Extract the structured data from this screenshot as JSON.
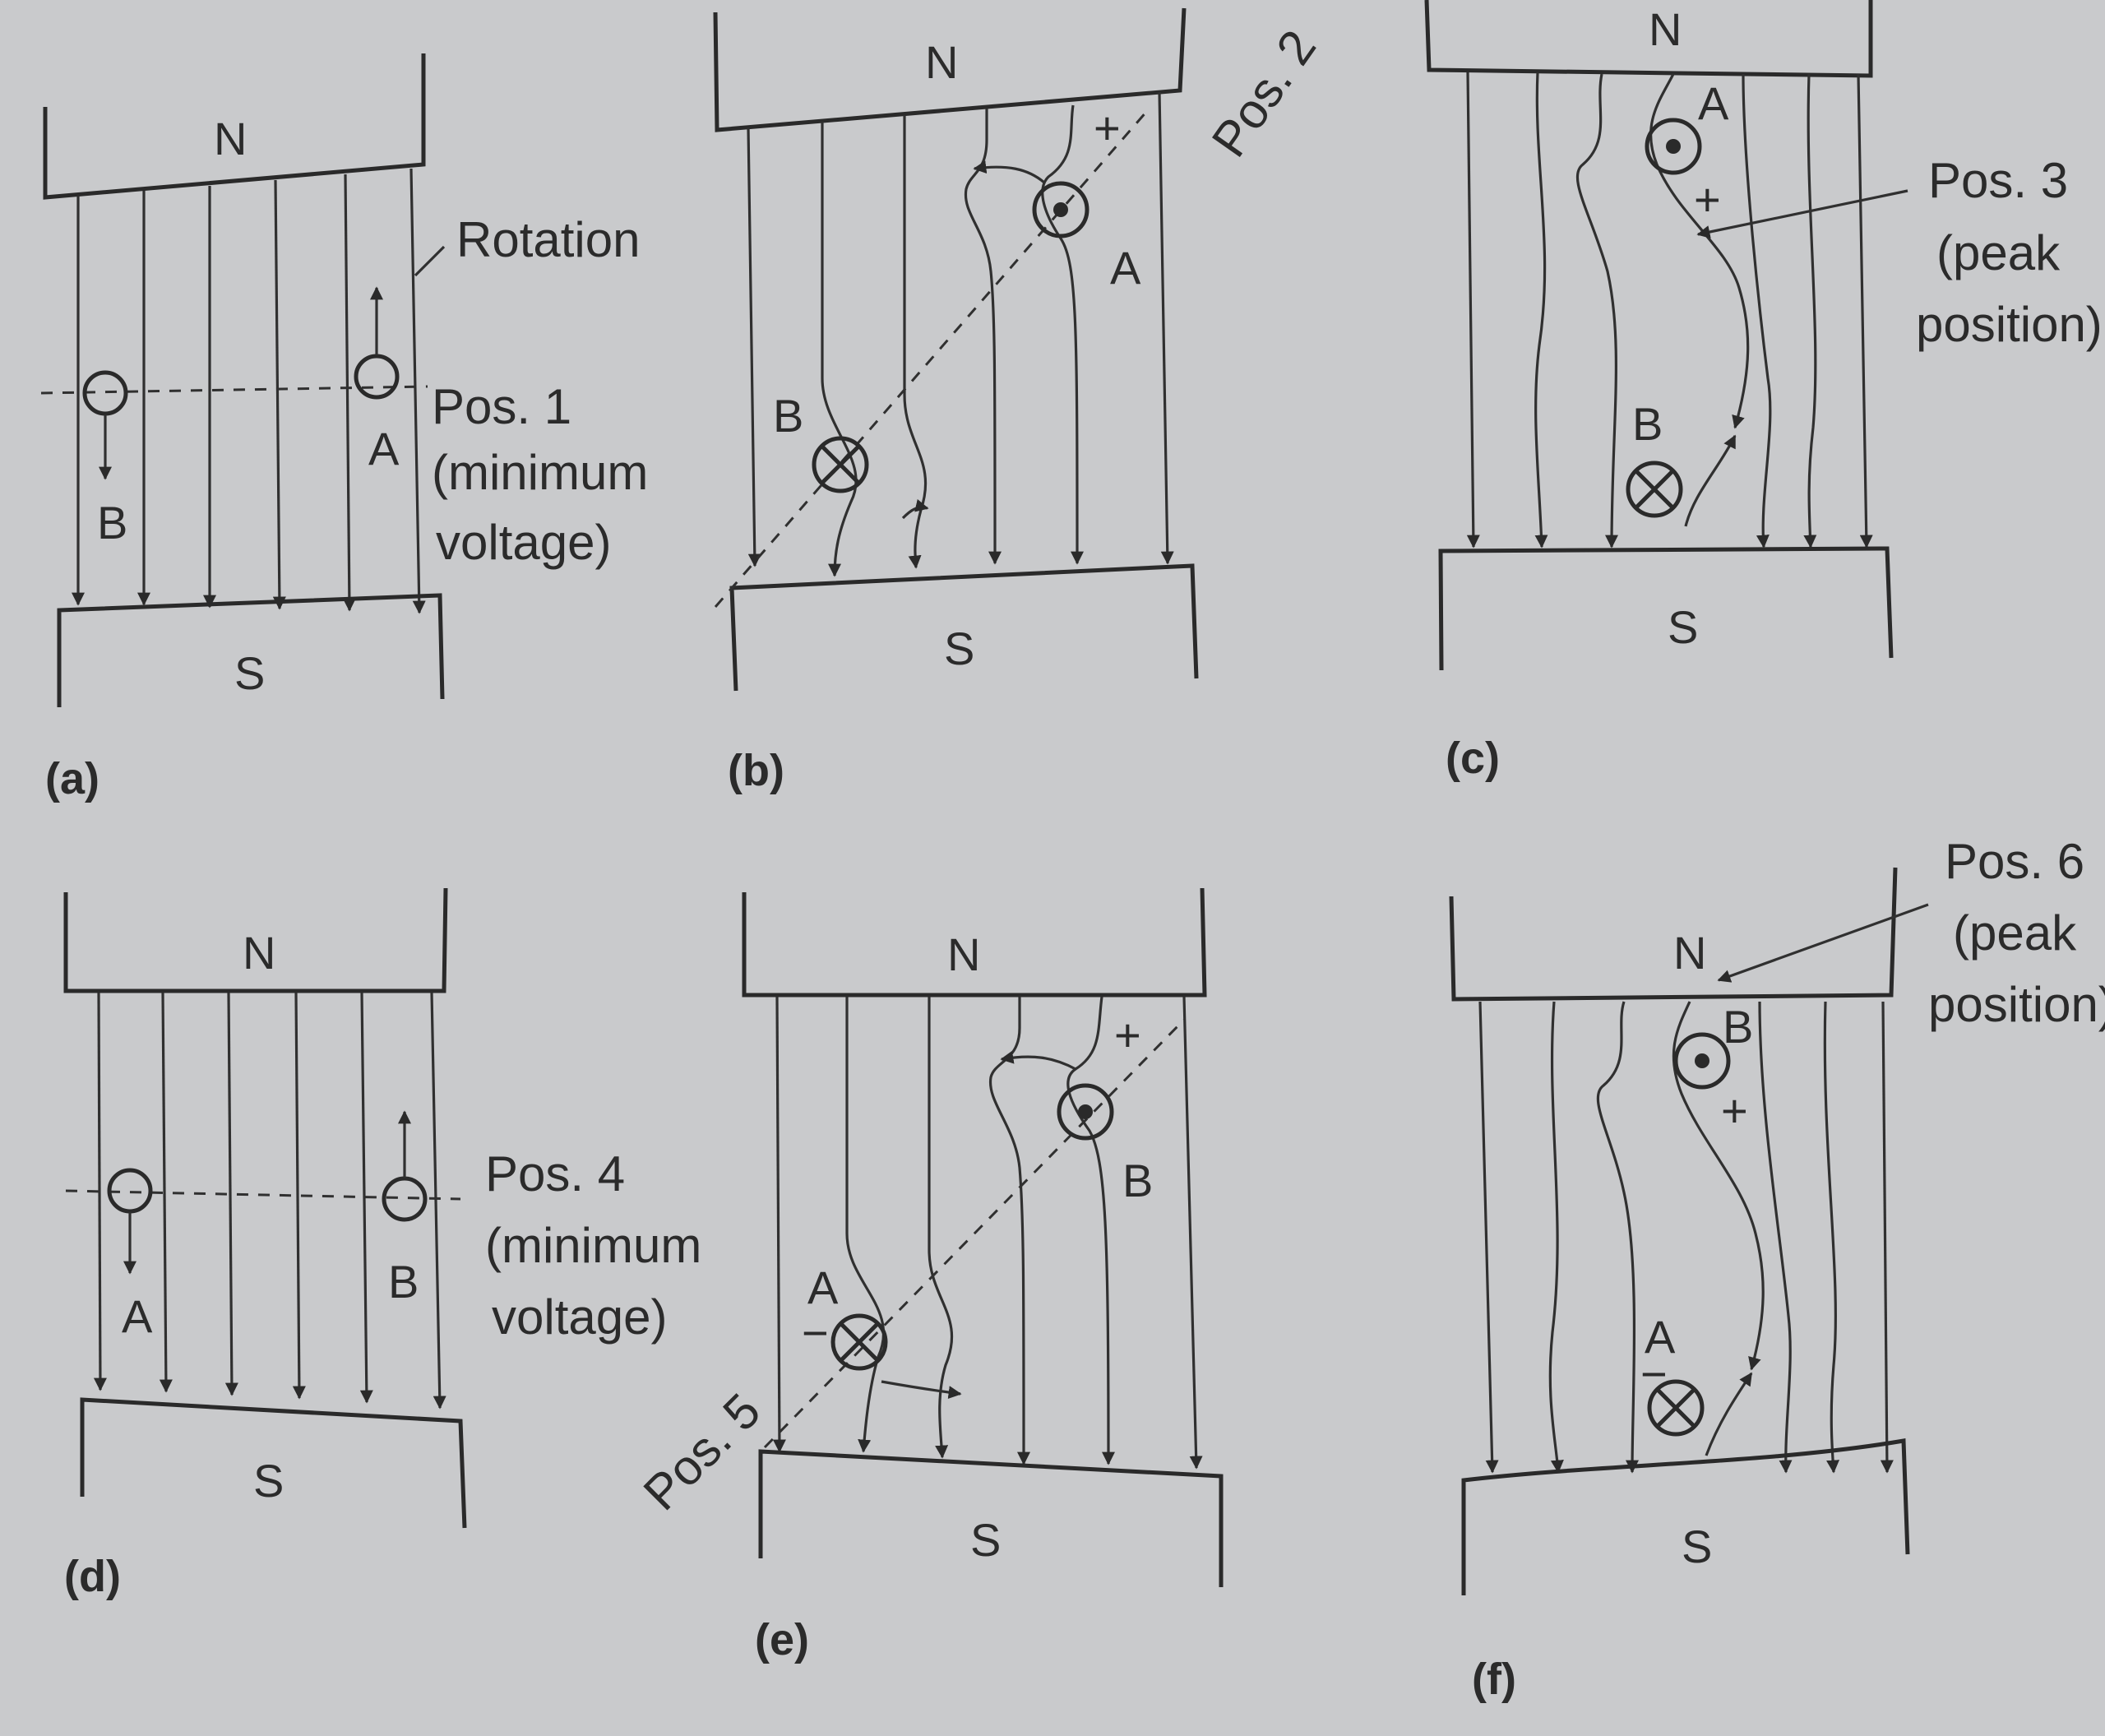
{
  "panels": [
    {
      "id": "a",
      "caption": "(a)",
      "north": "N",
      "south": "S",
      "pos_label": "Pos. 1",
      "note": "(minimum",
      "note2": "voltage)",
      "extra": "Rotation",
      "left_conductor": "B",
      "right_conductor": "A"
    },
    {
      "id": "b",
      "caption": "(b)",
      "north": "N",
      "south": "S",
      "pos_label": "Pos. 2",
      "upper_conductor": "A",
      "lower_conductor": "B",
      "upper_sign": "+"
    },
    {
      "id": "c",
      "caption": "(c)",
      "north": "N",
      "south": "S",
      "pos_label": "Pos. 3",
      "note": "(peak",
      "note2": "position)",
      "upper_conductor": "A",
      "lower_conductor": "B",
      "upper_sign": "+"
    },
    {
      "id": "d",
      "caption": "(d)",
      "north": "N",
      "south": "S",
      "pos_label": "Pos. 4",
      "note": "(minimum",
      "note2": "voltage)",
      "left_conductor": "A",
      "right_conductor": "B"
    },
    {
      "id": "e",
      "caption": "(e)",
      "north": "N",
      "south": "S",
      "pos_label": "Pos. 5",
      "upper_conductor": "B",
      "lower_conductor": "A",
      "upper_sign": "+",
      "lower_sign": "−"
    },
    {
      "id": "f",
      "caption": "(f)",
      "north": "N",
      "south": "S",
      "pos_label": "Pos. 6",
      "note": "(peak",
      "note2": "position)",
      "upper_conductor": "B",
      "lower_conductor": "A",
      "upper_sign": "+",
      "lower_sign": "−"
    }
  ],
  "colors": {
    "background": "#c9cacc",
    "ink": "#2a2a2a"
  },
  "icons": {
    "out_of_page": "dot-in-circle-icon",
    "into_page": "cross-in-circle-icon"
  }
}
